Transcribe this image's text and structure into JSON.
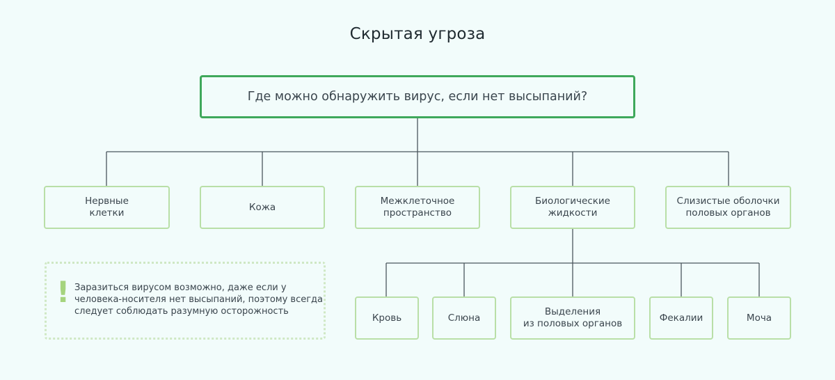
{
  "title": "Скрытая угроза",
  "root": {
    "label": "Где можно обнаружить вирус, если нет высыпаний?"
  },
  "level1": [
    {
      "label": "Нервные\nклетки"
    },
    {
      "label": "Кожа"
    },
    {
      "label": "Межклеточное\nпространство"
    },
    {
      "label": "Биологические\nжидкости"
    },
    {
      "label": "Слизистые оболочки\nполовых органов"
    }
  ],
  "level2": [
    {
      "label": "Кровь"
    },
    {
      "label": "Слюна"
    },
    {
      "label": "Выделения\nиз половых органов"
    },
    {
      "label": "Фекалии"
    },
    {
      "label": "Моча"
    }
  ],
  "note": {
    "mark": "!",
    "text": "Заразиться вирусом возможно, даже если у человека-носителя нет высыпаний, поэтому всегда следует соблюдать разумную осторожность"
  },
  "colors": {
    "background": "#f2fcfb",
    "root_border": "#3fa85b",
    "node_border": "#b9dfa7",
    "connector": "#4a555c",
    "note_border": "#cfe8c4",
    "note_mark": "#a5d47d"
  }
}
